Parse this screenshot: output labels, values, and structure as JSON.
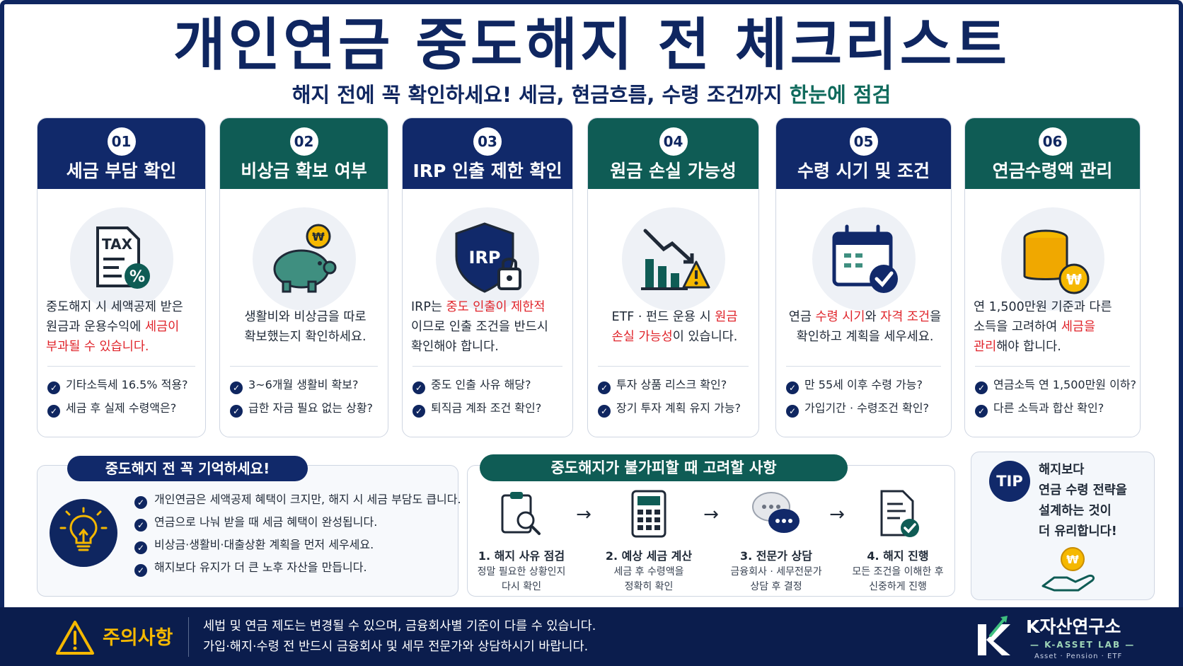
{
  "title": "개인연금 중도해지 전 체크리스트",
  "subtitle": {
    "main": "해지 전에 꼭 확인하세요! 세금, 현금흐름, 수령 조건까지 ",
    "highlight": "한눈에 점검"
  },
  "cards": [
    {
      "num": "01",
      "title": "세금 부담 확인",
      "icon": "tax-document-icon",
      "head_color": "navy",
      "desc": [
        [
          "중도해지 시 세액공제 받은",
          ""
        ],
        [
          "원금과 운용수익에 ",
          "세금이"
        ],
        [
          "",
          "부과될 수 있습니다."
        ]
      ],
      "checks": [
        "기타소득세 16.5% 적용?",
        "세금 후 실제 수령액은?"
      ]
    },
    {
      "num": "02",
      "title": "비상금 확보 여부",
      "icon": "piggy-bank-icon",
      "head_color": "teal",
      "desc": [
        [
          "생활비와 비상금을 따로",
          ""
        ],
        [
          "확보했는지 확인하세요.",
          ""
        ]
      ],
      "checks": [
        "3~6개월 생활비 확보?",
        "급한 자금 필요 없는 상황?"
      ]
    },
    {
      "num": "03",
      "title": "IRP 인출 제한 확인",
      "icon": "irp-shield-lock-icon",
      "head_color": "navy",
      "desc": [
        [
          "IRP는 ",
          "중도 인출이 제한적"
        ],
        [
          "이므로 인출 조건을 반드시",
          ""
        ],
        [
          "확인해야 합니다.",
          ""
        ]
      ],
      "checks": [
        "중도 인출 사유 해당?",
        "퇴직금 계좌 조건 확인?"
      ]
    },
    {
      "num": "04",
      "title": "원금 손실 가능성",
      "icon": "falling-chart-warning-icon",
      "head_color": "teal",
      "desc": [
        [
          "ETF · 펀드 운용 시 ",
          "원금"
        ],
        [
          "",
          "손실 가능성",
          "이 있습니다."
        ]
      ],
      "checks": [
        "투자 상품 리스크 확인?",
        "장기 투자 계획 유지 가능?"
      ]
    },
    {
      "num": "05",
      "title": "수령 시기 및 조건",
      "icon": "calendar-check-icon",
      "head_color": "navy",
      "desc": [
        [
          "연금 ",
          "수령 시기",
          "와 ",
          "자격 조건",
          "을"
        ],
        [
          "확인하고 계획을 세우세요.",
          ""
        ]
      ],
      "checks": [
        "만 55세 이후 수령 가능?",
        "가입기간 · 수령조건 확인?"
      ]
    },
    {
      "num": "06",
      "title": "연금수령액 관리",
      "icon": "coin-stack-icon",
      "head_color": "teal",
      "desc": [
        [
          "연 1,500만원 기준과 다른",
          ""
        ],
        [
          "소득을 고려하여 ",
          "세금을"
        ],
        [
          "",
          "관리",
          "해야 합니다."
        ]
      ],
      "checks": [
        "연금소득 연 1,500만원 이하?",
        "다른 소득과 합산 확인?"
      ]
    }
  ],
  "remember": {
    "title": "중도해지 전 꼭 기억하세요!",
    "items": [
      "개인연금은 세액공제 혜택이 크지만, 해지 시 세금 부담도 큽니다.",
      "연금으로 나눠 받을 때 세금 혜택이 완성됩니다.",
      "비상금·생활비·대출상환 계획을 먼저 세우세요.",
      "해지보다 유지가 더 큰 노후 자산을 만듭니다."
    ]
  },
  "consider": {
    "title": "중도해지가 불가피할 때 고려할 사항",
    "steps": [
      {
        "title": "1. 해지 사유 점검",
        "desc1": "정말 필요한 상황인지",
        "desc2": "다시 확인",
        "icon": "clipboard-search-icon"
      },
      {
        "title": "2. 예상 세금 계산",
        "desc1": "세금 후 수령액을",
        "desc2": "정확히 확인",
        "icon": "calculator-icon"
      },
      {
        "title": "3. 전문가 상담",
        "desc1": "금융회사 · 세무전문가",
        "desc2": "상담 후 결정",
        "icon": "chat-bubbles-icon"
      },
      {
        "title": "4. 해지 진행",
        "desc1": "모든 조건을 이해한 후",
        "desc2": "신중하게 진행",
        "icon": "document-check-icon"
      }
    ]
  },
  "tip": {
    "badge": "TIP",
    "lines": [
      "해지보다",
      "연금 수령 전략을",
      "설계하는 것이",
      "더 유리합니다!"
    ]
  },
  "footer": {
    "warning_label": "주의사항",
    "line1": "세법 및 연금 제도는 변경될 수 있으며, 금융회사별 기준이 다를 수 있습니다.",
    "line2": "가입·해지·수령 전 반드시 금융회사 및 세무 전문가와 상담하시기 바랍니다.",
    "brand": "K자산연구소",
    "brand_sub": "— K-ASSET LAB —",
    "brand_tag": "Asset · Pension · ETF"
  },
  "colors": {
    "navy": "#11296a",
    "teal": "#0f5c55",
    "red": "#e0242b",
    "gold": "#f5b800"
  }
}
